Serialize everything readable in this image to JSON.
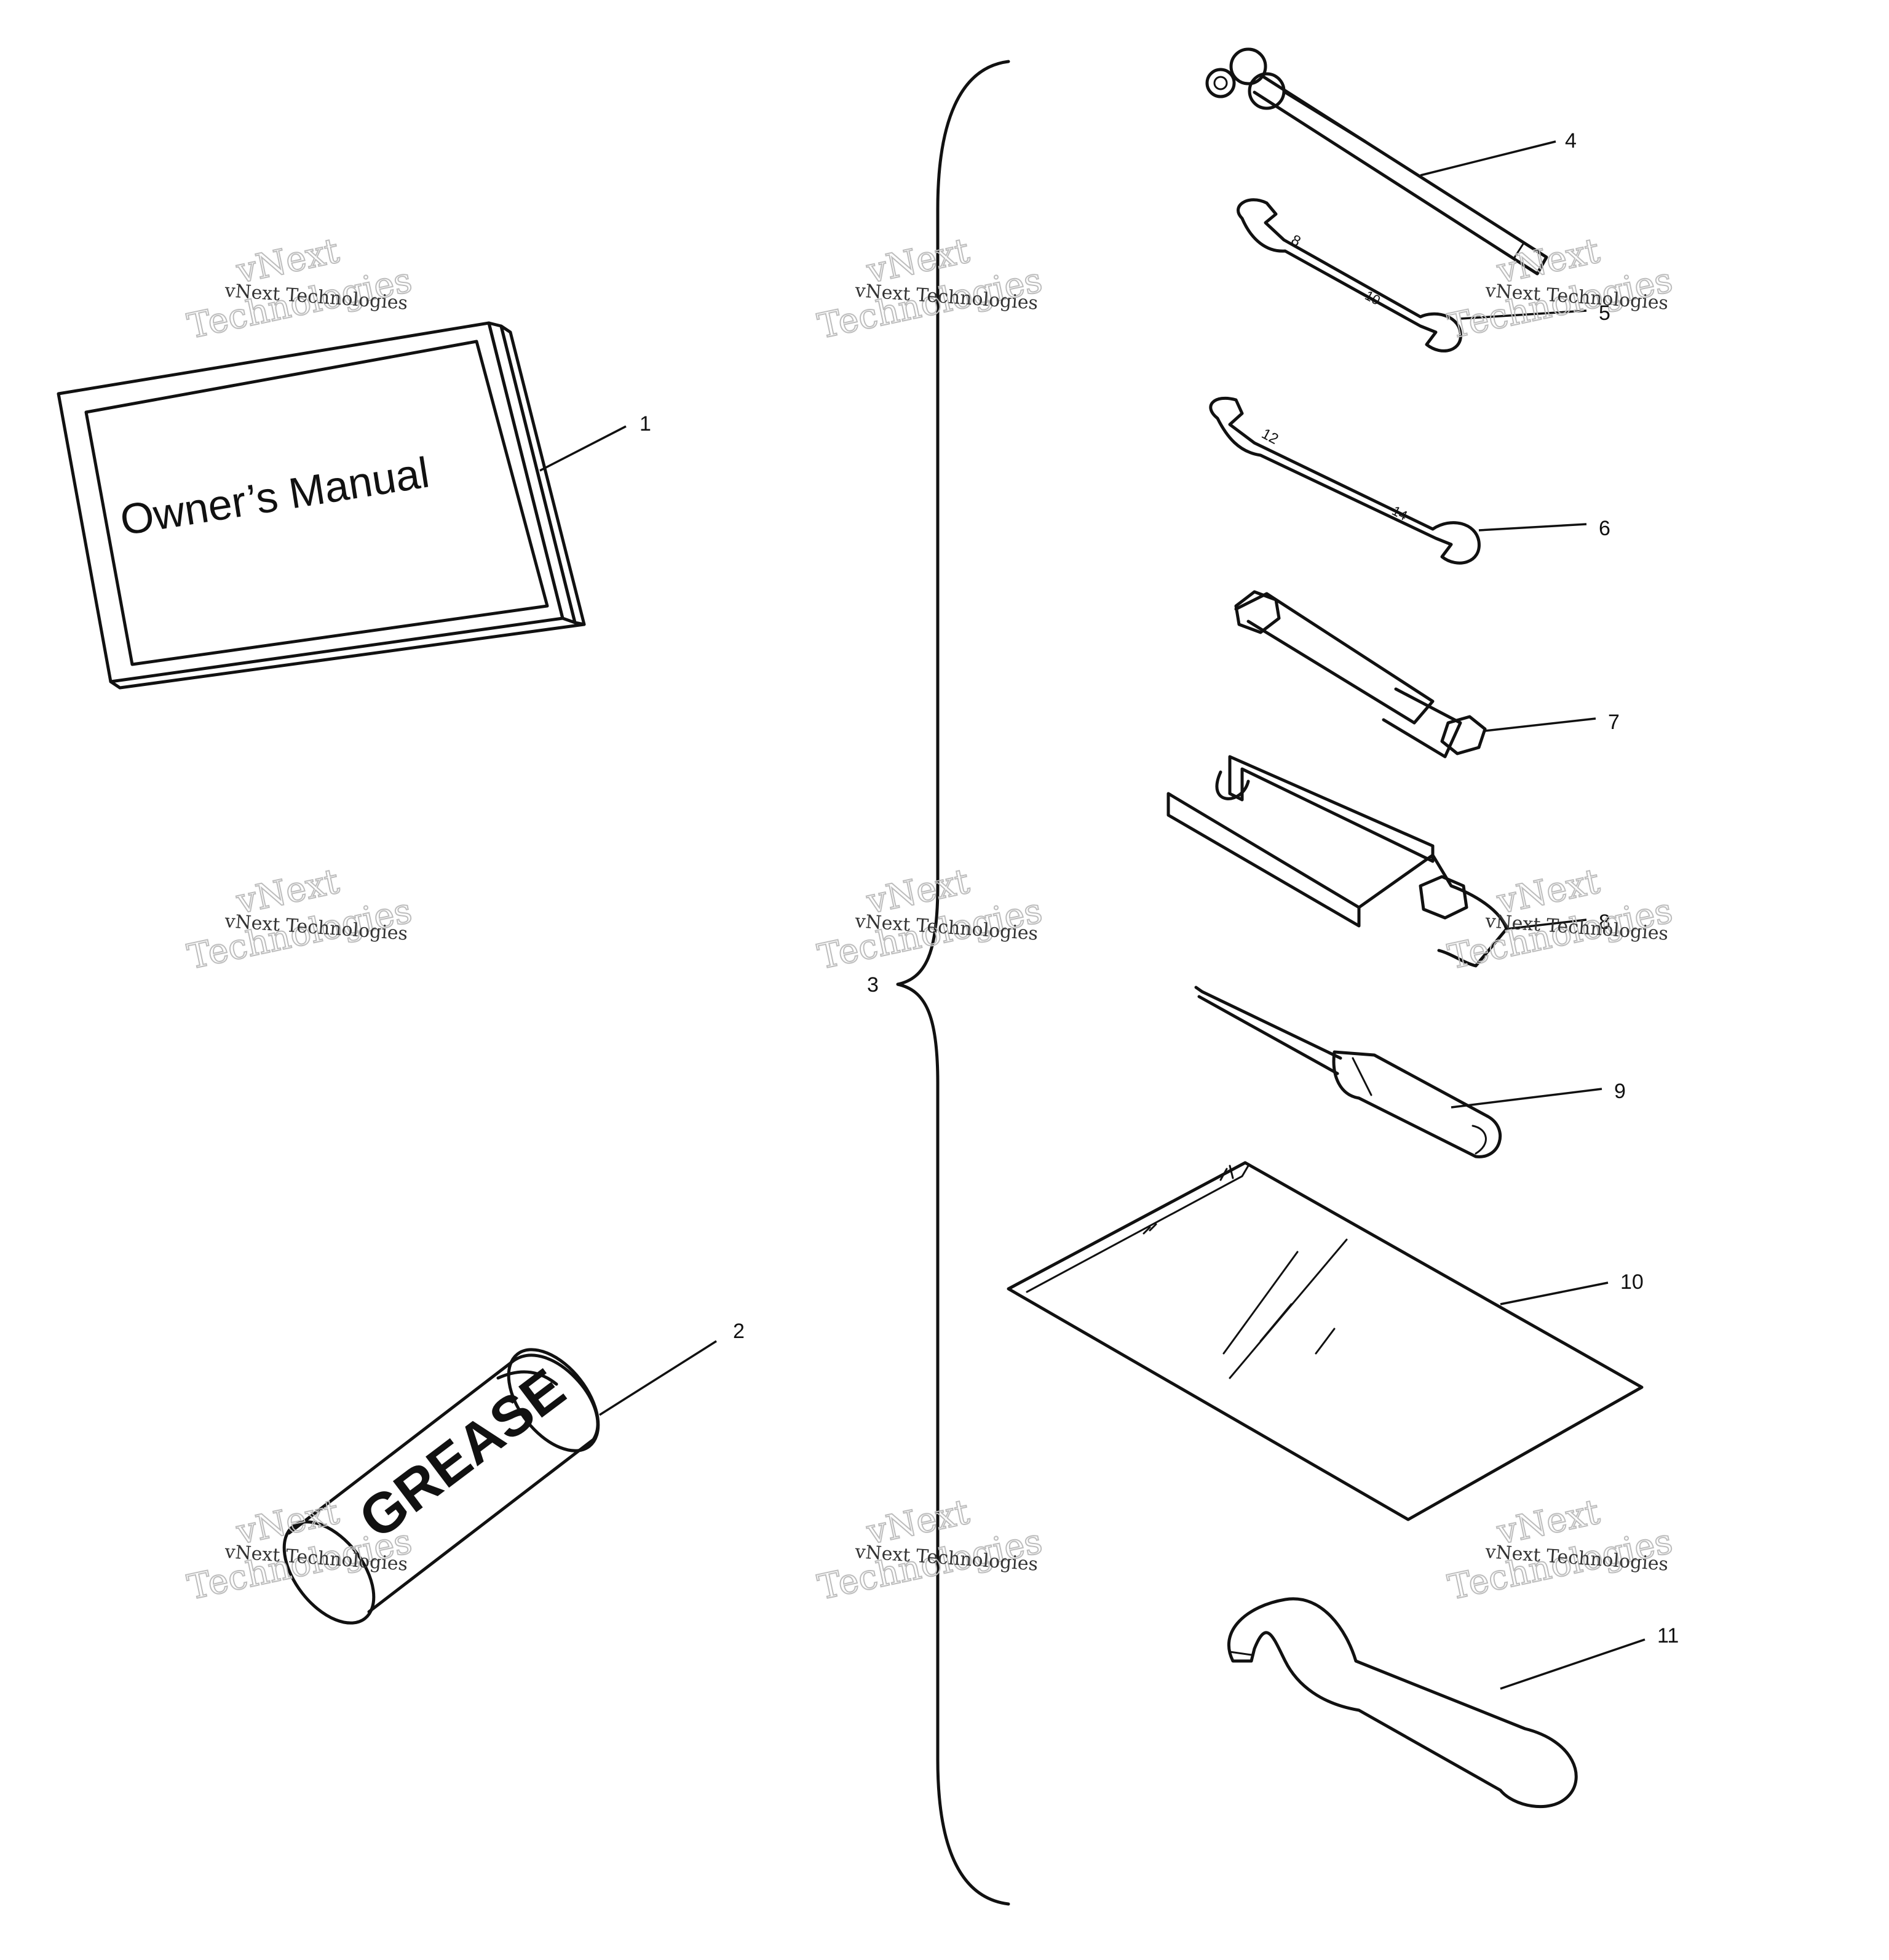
{
  "labels": {
    "manual_cover": "Owner’s Manual",
    "grease_tube": "GREASE"
  },
  "callouts": [
    "1",
    "2",
    "3",
    "4",
    "5",
    "6",
    "7",
    "8",
    "9",
    "10",
    "11"
  ],
  "watermark": {
    "line1": "vNext",
    "line2": "Technologies",
    "caption": "vNext Technologies"
  }
}
